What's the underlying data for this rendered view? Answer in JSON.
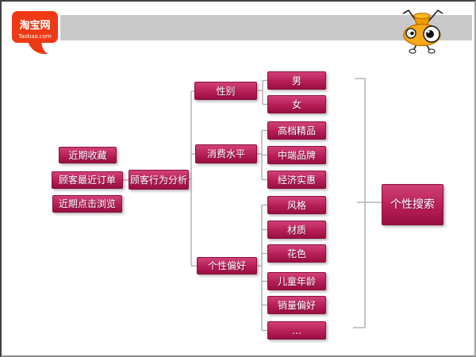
{
  "header": {
    "logo": {
      "title": "淘宝网",
      "subtitle": "Taobao.com"
    },
    "icons": {
      "logo": "taobao-speech-bubble-icon",
      "mascot": "ant-mascot-icon"
    }
  },
  "colors": {
    "node_top": "#d04177",
    "node_main": "#b81f58",
    "node_bottom": "#990f42",
    "logo_orange": "#ee3a14",
    "header_bar_gray": "#c9c9c9",
    "connector_gray": "#a8a8a8"
  },
  "diagram": {
    "inputs": [
      {
        "label": "近期收藏"
      },
      {
        "label": "顾客最近订单"
      },
      {
        "label": "近期点击浏览"
      }
    ],
    "root": {
      "label": "顾客行为分析"
    },
    "branches": [
      {
        "label": "性别",
        "children": [
          {
            "label": "男"
          },
          {
            "label": "女"
          }
        ]
      },
      {
        "label": "消费水平",
        "children": [
          {
            "label": "高档精品"
          },
          {
            "label": "中端品牌"
          },
          {
            "label": "经济实惠"
          }
        ]
      },
      {
        "label": "个性偏好",
        "children": [
          {
            "label": "风格"
          },
          {
            "label": "材质"
          },
          {
            "label": "花色"
          },
          {
            "label": "儿童年龄"
          },
          {
            "label": "销量偏好"
          },
          {
            "label": "…"
          }
        ]
      }
    ],
    "result": {
      "label": "个性搜索"
    }
  }
}
